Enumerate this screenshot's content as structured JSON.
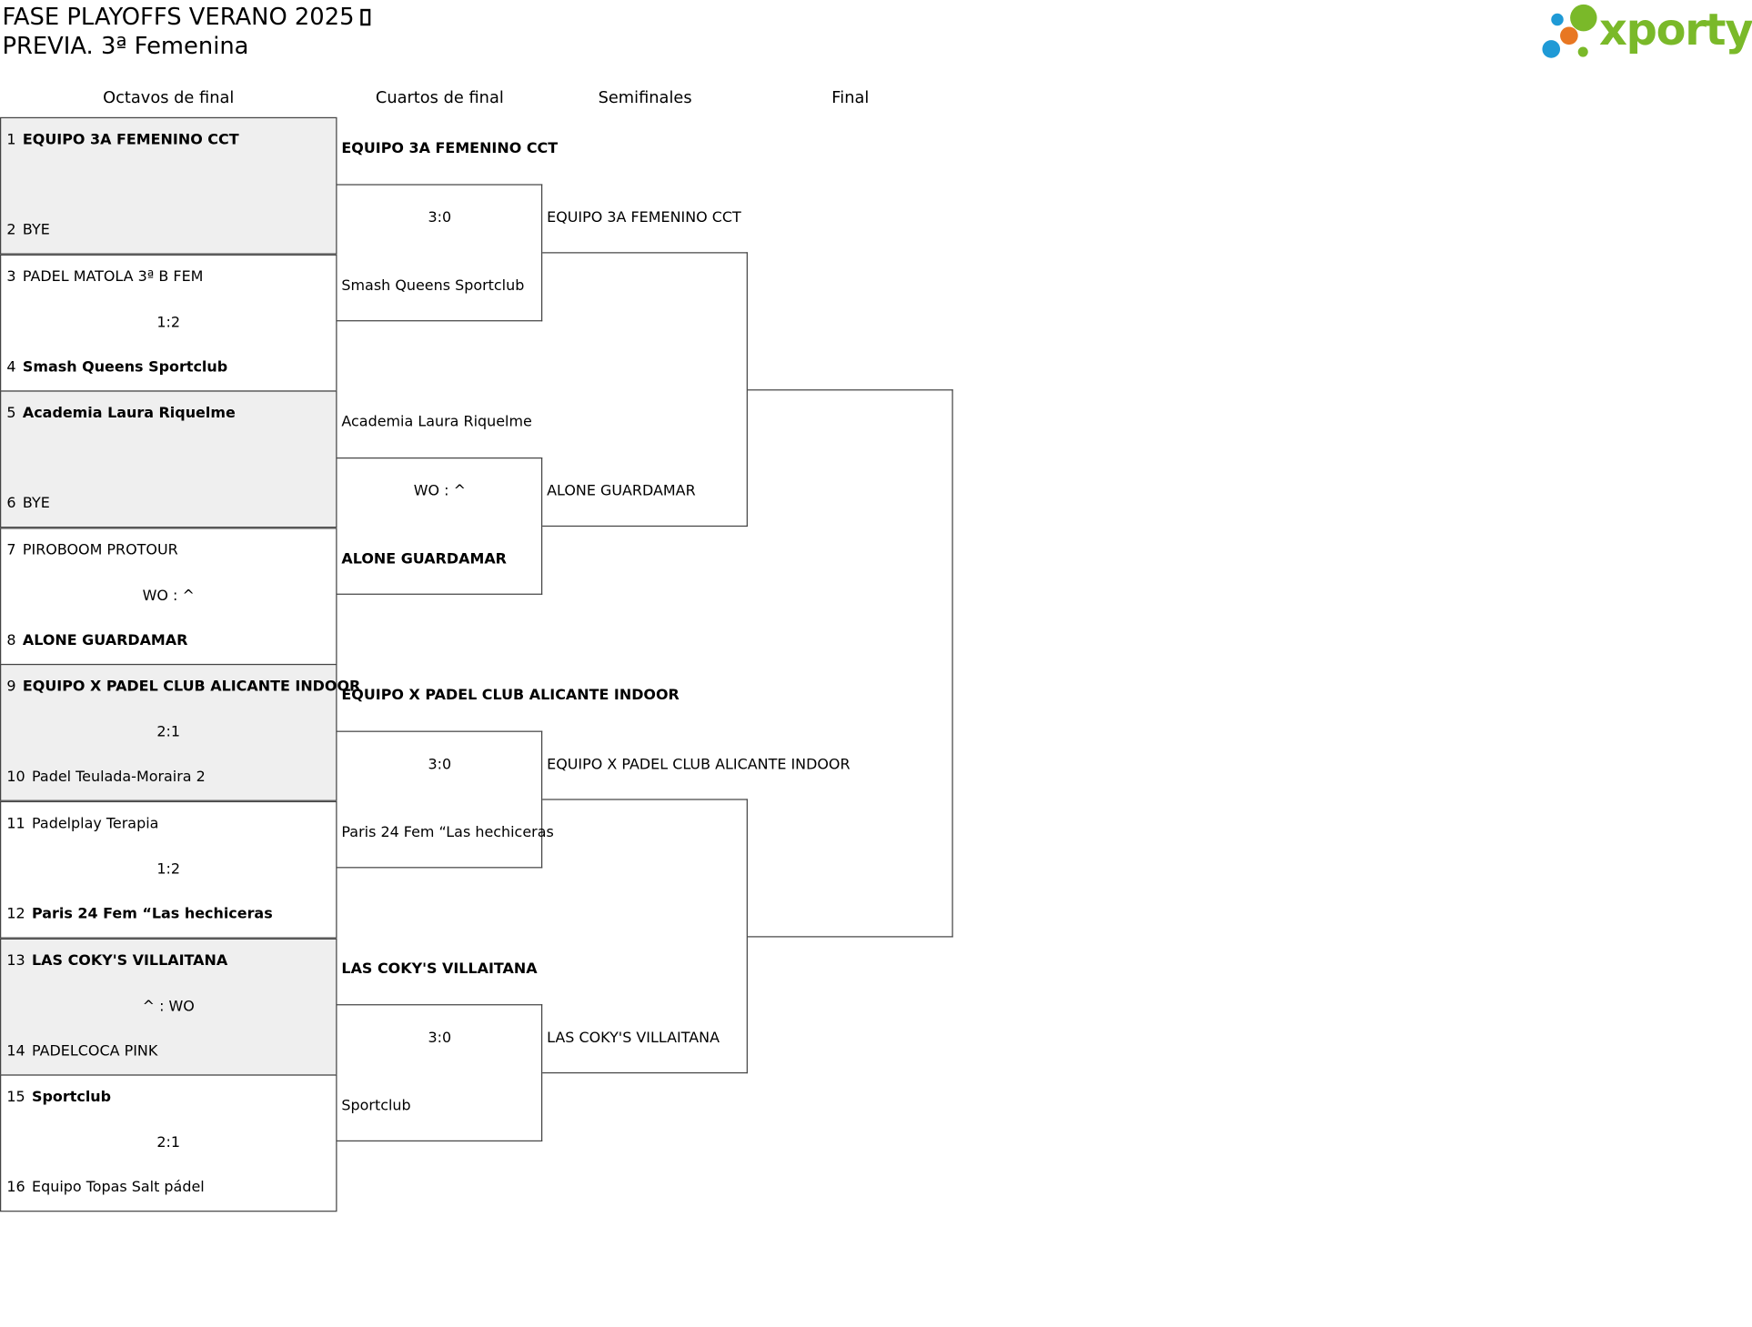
{
  "header": {
    "title_line1": "FASE PLAYOFFS VERANO 2025",
    "title_line2": "PREVIA. 3ª Femenina"
  },
  "logo": {
    "text": "xporty",
    "colors": {
      "green": "#7ab929",
      "orange": "#e87722",
      "blue": "#1f9ad6"
    }
  },
  "rounds": [
    "Octavos de final",
    "Cuartos de final",
    "Semifinales",
    "Final"
  ],
  "round_of_16": [
    {
      "seed_a": "1",
      "team_a": "EQUIPO 3A FEMENINO CCT",
      "seed_b": "2",
      "team_b": "BYE",
      "score": "",
      "winner": "a",
      "shaded": true
    },
    {
      "seed_a": "3",
      "team_a": "PADEL MATOLA 3ª B FEM",
      "seed_b": "4",
      "team_b": "Smash Queens Sportclub",
      "score": "1:2",
      "winner": "b",
      "shaded": false
    },
    {
      "seed_a": "5",
      "team_a": "Academia Laura Riquelme",
      "seed_b": "6",
      "team_b": "BYE",
      "score": "",
      "winner": "a",
      "shaded": true
    },
    {
      "seed_a": "7",
      "team_a": "PIROBOOM PROTOUR",
      "seed_b": "8",
      "team_b": "ALONE GUARDAMAR",
      "score": "WO : ^",
      "winner": "b",
      "shaded": false
    },
    {
      "seed_a": "9",
      "team_a": "EQUIPO X PADEL CLUB ALICANTE INDOOR",
      "seed_b": "10",
      "team_b": "Padel Teulada-Moraira 2",
      "score": "2:1",
      "winner": "a",
      "shaded": true
    },
    {
      "seed_a": "11",
      "team_a": "Padelplay Terapia",
      "seed_b": "12",
      "team_b": "Paris 24 Fem “Las hechiceras",
      "score": "1:2",
      "winner": "b",
      "shaded": false
    },
    {
      "seed_a": "13",
      "team_a": "LAS COKY'S VILLAITANA",
      "seed_b": "14",
      "team_b": "PADELCOCA PINK",
      "score": "^ : WO",
      "winner": "a",
      "shaded": true
    },
    {
      "seed_a": "15",
      "team_a": "Sportclub",
      "seed_b": "16",
      "team_b": "Equipo Topas Salt pádel",
      "score": "2:1",
      "winner": "a",
      "shaded": false
    }
  ],
  "quarterfinals": [
    {
      "team_a": "EQUIPO 3A FEMENINO CCT",
      "team_b": "Smash Queens Sportclub",
      "score": "3:0",
      "winner": "a"
    },
    {
      "team_a": "Academia Laura Riquelme",
      "team_b": "ALONE GUARDAMAR",
      "score": "WO : ^",
      "winner": "b"
    },
    {
      "team_a": "EQUIPO X PADEL CLUB ALICANTE INDOOR",
      "team_b": "Paris 24 Fem “Las hechiceras",
      "score": "3:0",
      "winner": "a"
    },
    {
      "team_a": "LAS COKY'S VILLAITANA",
      "team_b": "Sportclub",
      "score": "3:0",
      "winner": "a"
    }
  ],
  "semifinals": [
    {
      "team_a": "EQUIPO 3A FEMENINO CCT",
      "team_b": "ALONE GUARDAMAR",
      "score": ""
    },
    {
      "team_a": "EQUIPO X PADEL CLUB ALICANTE INDOOR",
      "team_b": "LAS COKY'S VILLAITANA",
      "score": ""
    }
  ],
  "final": {
    "team_a": "",
    "team_b": "",
    "score": ""
  }
}
